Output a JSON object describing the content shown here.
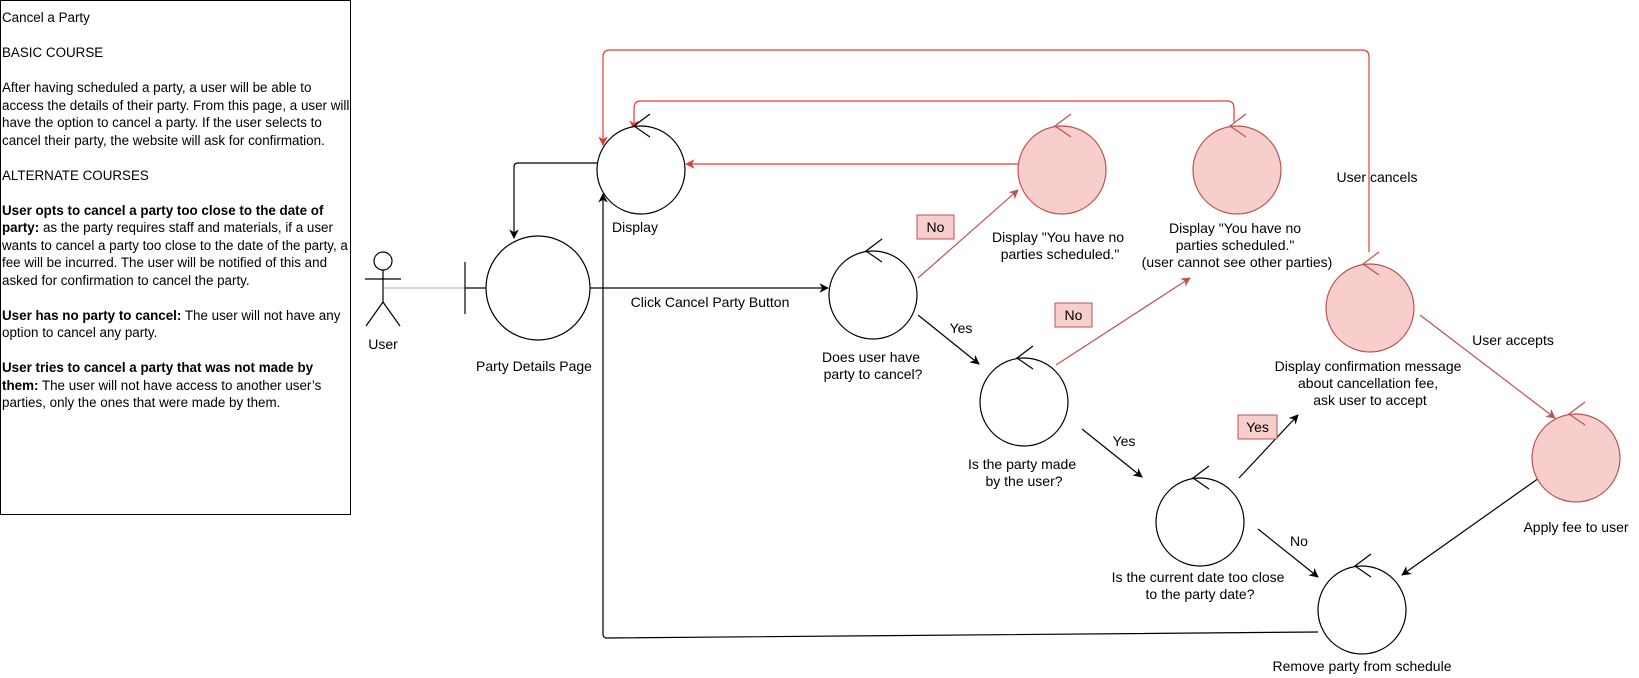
{
  "description_panel": {
    "title": "Cancel a Party",
    "basic_course_heading": "BASIC COURSE",
    "basic_course_text": "After having scheduled a party, a user will be able to access the details of their party. From this page, a user will have the option to cancel a party. If the user selects to cancel their party, the website will ask for confirmation.",
    "alternate_courses_heading": "ALTERNATE COURSES",
    "alternates": [
      {
        "heading": "User opts to cancel a party too close to the date of party:",
        "text": " as the party requires staff and materials, if a user wants to cancel a party too close to the date of the party, a fee will be incurred. The user will be notified of this and asked for confirmation to cancel the party."
      },
      {
        "heading": "User has no party to cancel:",
        "text": " The user will not have any option to cancel any party."
      },
      {
        "heading": "User tries to cancel a party that was not made by them:",
        "text": " The user will not have access to another user’s parties, only the ones that were made by them."
      }
    ]
  },
  "diagram": {
    "actor": {
      "label": "User"
    },
    "boundary": {
      "label": "Party Details Page"
    },
    "controls": {
      "display": {
        "label": [
          "Display"
        ]
      },
      "has_party": {
        "label": [
          "Does user have",
          "party to cancel?"
        ]
      },
      "made_by_user": {
        "label": [
          "Is the party made",
          "by the user?"
        ]
      },
      "too_close": {
        "label": [
          "Is the current date too close",
          "to the party date?"
        ]
      },
      "remove_party": {
        "label": [
          "Remove party from schedule"
        ]
      },
      "no_parties_1": {
        "label": [
          "Display \"You have no",
          "parties scheduled.\""
        ]
      },
      "no_parties_2": {
        "label": [
          "Display \"You have no",
          "parties scheduled.\"",
          "(user cannot see other parties)"
        ]
      },
      "confirmation": {
        "label": [
          "Display confirmation message",
          "about cancellation fee,",
          "ask user to accept"
        ]
      },
      "apply_fee": {
        "label": [
          "Apply fee to user"
        ]
      }
    },
    "edge_labels": {
      "click_cancel": "Click Cancel Party Button",
      "no_1": "No",
      "yes_1": "Yes",
      "no_2": "No",
      "yes_2": "Yes",
      "yes_3": "Yes",
      "no_3": "No",
      "user_cancels": "User cancels",
      "user_accepts": "User accepts"
    },
    "colors": {
      "black": "#000000",
      "red_line": "#e53935",
      "brown_line": "#b85450",
      "pink_fill": "#f8cecc",
      "pink_stroke": "#b85450"
    }
  }
}
